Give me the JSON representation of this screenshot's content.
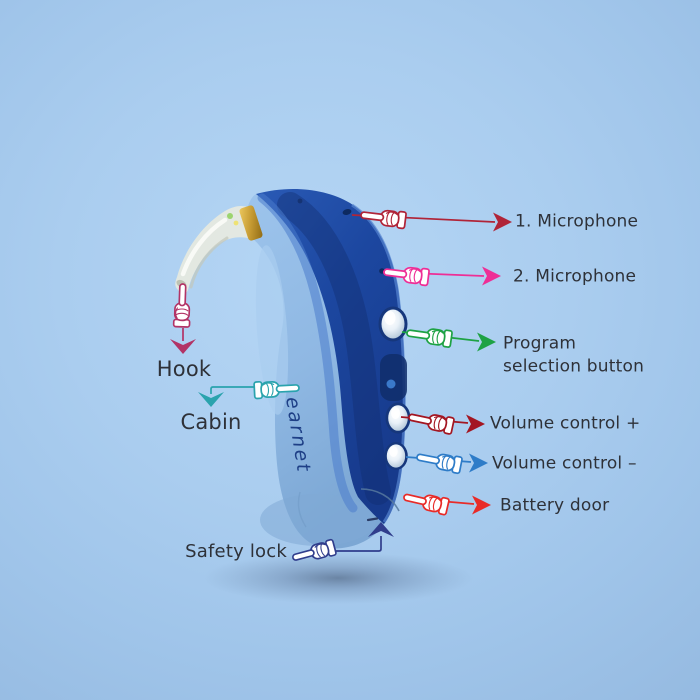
{
  "device": {
    "brand": "earnet",
    "colors": {
      "body_dark": "#1d47a0",
      "body_front": "#8fb8e3",
      "hook": "#e6e9e0",
      "gold": "#c89a33",
      "brand_color": "#1e3f86"
    }
  },
  "text_color": "#2e3138",
  "annotations": {
    "mic1": {
      "label": "1. Microphone",
      "color": "#b02438"
    },
    "mic2": {
      "label": "2. Microphone",
      "color": "#ee2e96"
    },
    "program": {
      "lines": [
        "Program",
        "selection button"
      ],
      "color": "#1ea244"
    },
    "volume_up": {
      "label": "Volume control +",
      "color": "#a31622"
    },
    "volume_down": {
      "label": "Volume control –",
      "color": "#2e7cc8"
    },
    "battery": {
      "label": "Battery door",
      "color": "#e82b28"
    },
    "hook": {
      "label": "Hook",
      "color": "#b23366"
    },
    "cabin": {
      "label": "Cabin",
      "color": "#2aa3ad"
    },
    "safety": {
      "label": "Safety lock",
      "color": "#303d8c"
    }
  }
}
